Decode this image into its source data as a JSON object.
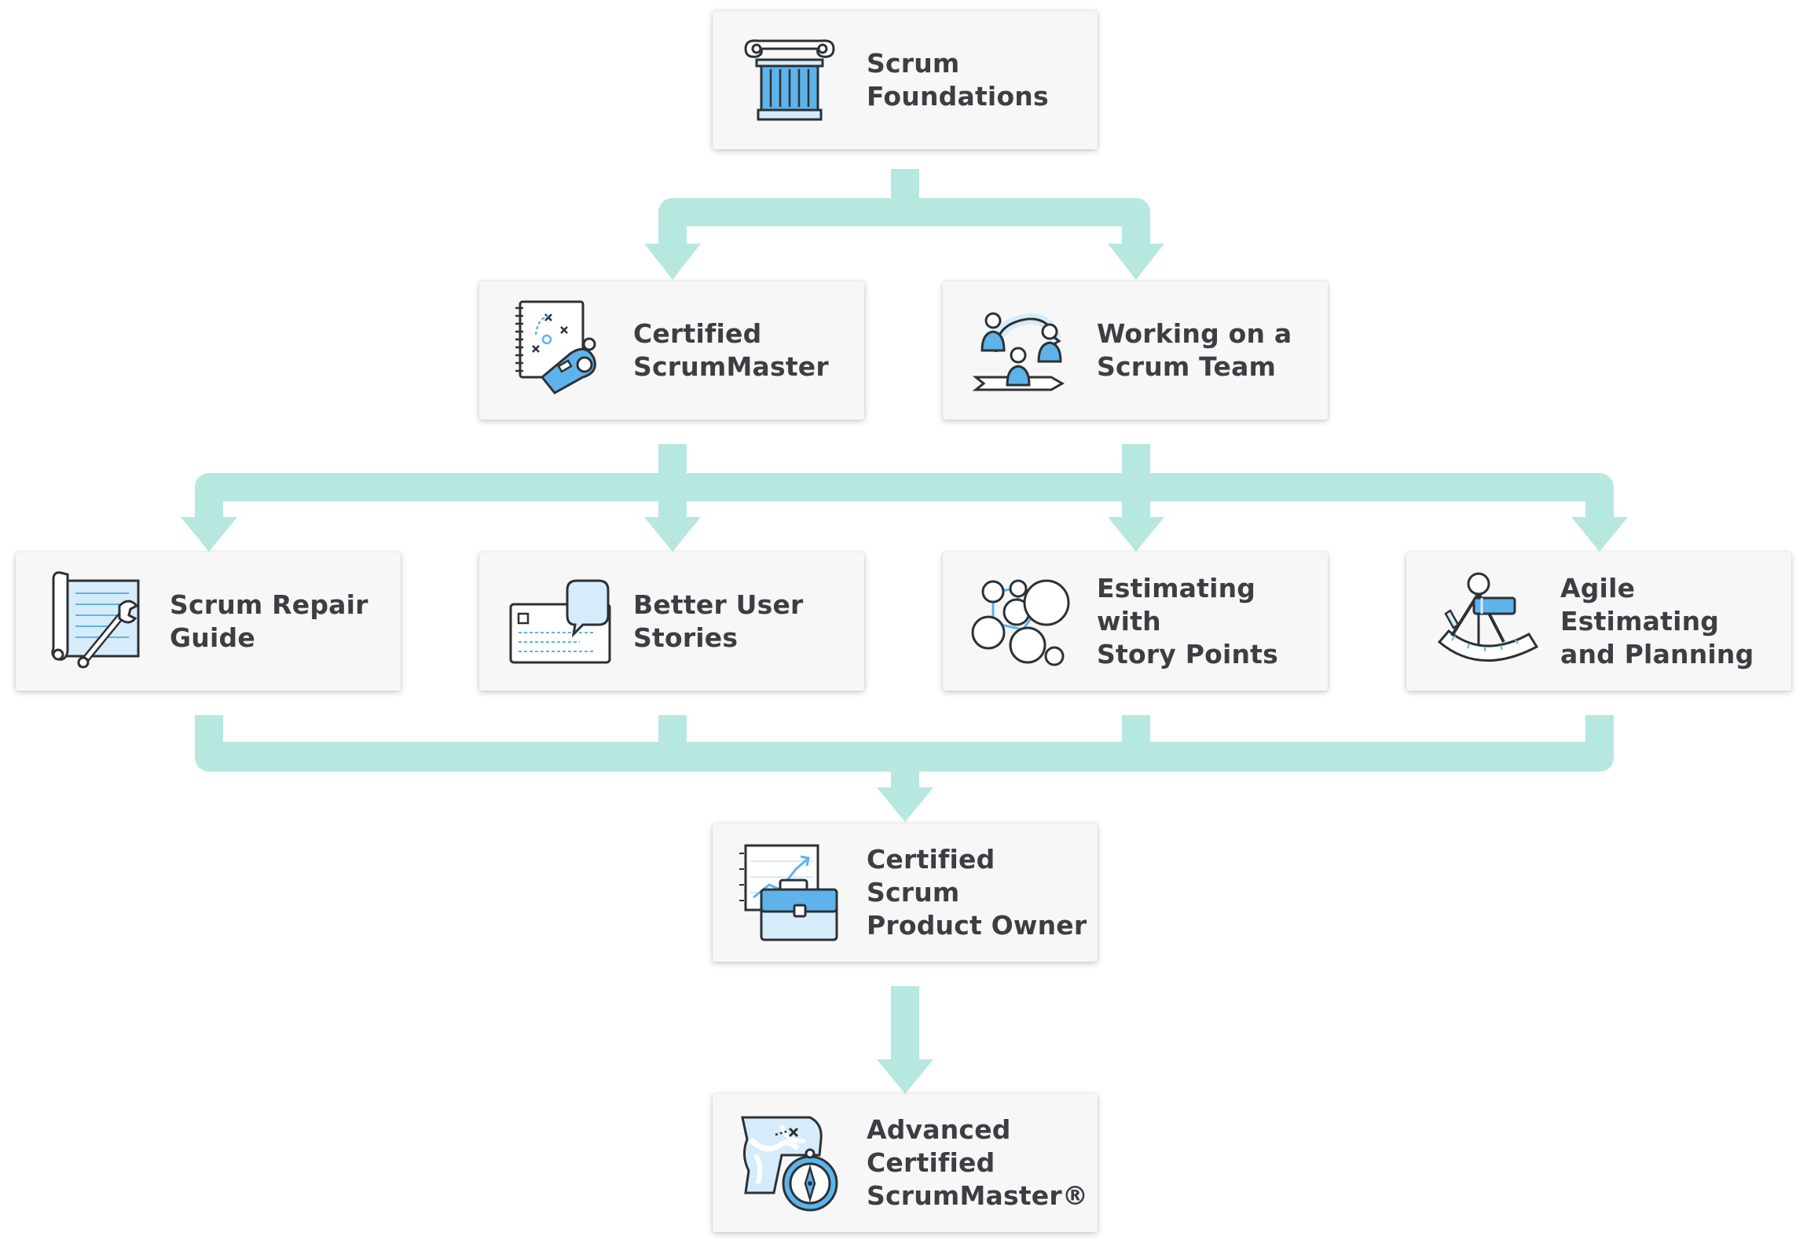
{
  "courses": {
    "scrum_foundations": {
      "label": "Scrum\nFoundations",
      "icon": "column-icon"
    },
    "certified_scrummaster": {
      "label": "Certified\nScrumMaster",
      "icon": "whistle-playbook-icon"
    },
    "working_on_scrum_team": {
      "label": "Working on a\nScrum Team",
      "icon": "team-icon"
    },
    "scrum_repair_guide": {
      "label": "Scrum Repair\nGuide",
      "icon": "blueprint-wrench-icon"
    },
    "better_user_stories": {
      "label": "Better User\nStories",
      "icon": "story-card-icon"
    },
    "estimating_story_points": {
      "label": "Estimating with\nStory Points",
      "icon": "bubbles-icon"
    },
    "agile_estimating_planning": {
      "label": "Agile Estimating\nand Planning",
      "icon": "sextant-icon"
    },
    "certified_scrum_product_owner": {
      "label": "Certified Scrum\nProduct Owner",
      "icon": "chart-briefcase-icon"
    },
    "advanced_certified_scrummaster": {
      "label": "Advanced\nCertified\nScrumMaster®",
      "icon": "map-compass-icon"
    }
  },
  "colors": {
    "connector": "#b6e8e0",
    "icon_blue": "#5db3ea",
    "icon_light": "#d6ecfa",
    "text": "#3b3f44",
    "card_bg": "#f7f7f7"
  }
}
